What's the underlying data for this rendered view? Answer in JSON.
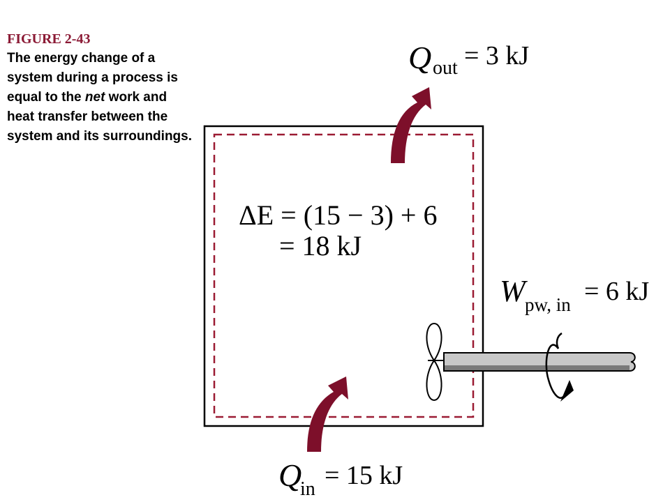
{
  "caption": {
    "title": "FIGURE 2-43",
    "body_pre": "The energy change of a system during a process is equal to the ",
    "body_em": "net",
    "body_post": " work and heat transfer between the system and its surroundings."
  },
  "labels": {
    "q_out_symbol": "Q",
    "q_out_sub": "out",
    "q_out_rhs": "= 3 kJ",
    "delta_e_line1": "ΔE = (15 − 3) + 6",
    "delta_e_line2": "= 18 kJ",
    "w_symbol": "W",
    "w_sub": "pw, in",
    "w_rhs": "= 6 kJ",
    "q_in_symbol": "Q",
    "q_in_sub": "in",
    "q_in_rhs": "= 15 kJ"
  },
  "colors": {
    "caption_title": "#8b1a35",
    "arrow": "#7d0f2a",
    "boundary_dashed": "#9b1b33",
    "container": "#000000",
    "shaft_fill": "#c8c8c8",
    "shaft_dark": "#7a7a7a"
  }
}
